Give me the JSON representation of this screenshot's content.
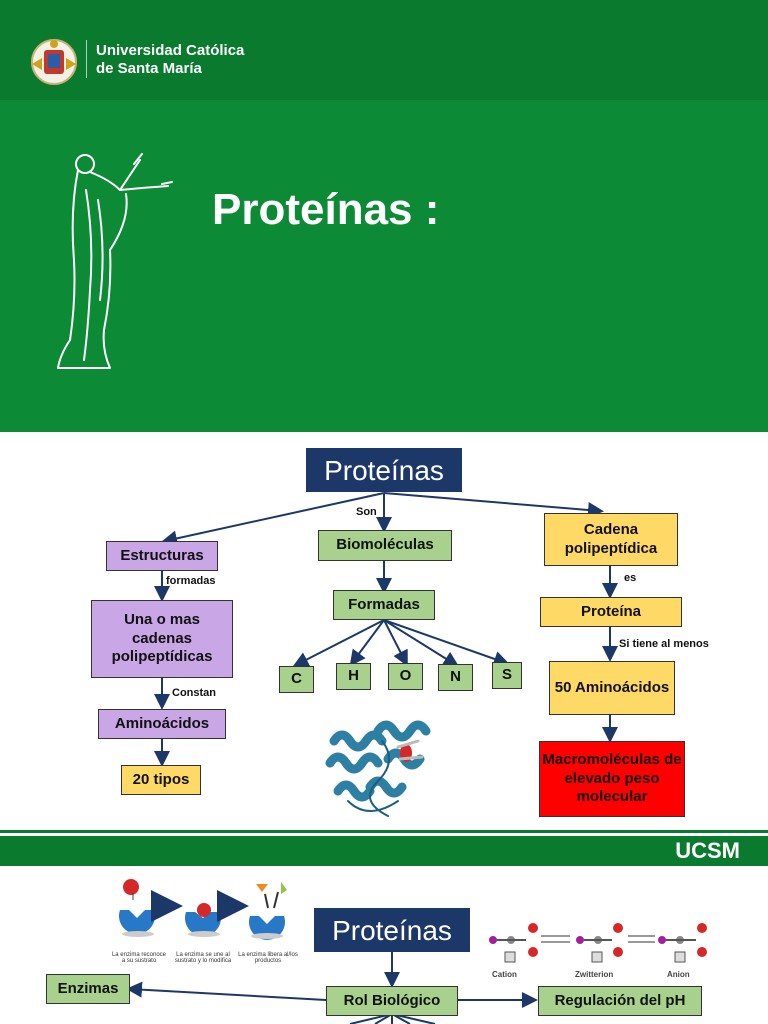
{
  "slide1": {
    "university_line1": "Universidad Católica",
    "university_line2": "de Santa María",
    "title": "Proteínas :"
  },
  "concept_map": {
    "root": "Proteínas",
    "son_label": "Son",
    "left": {
      "structures": "Estructuras",
      "formadas_label": "formadas",
      "chains": "Una o mas cadenas polipeptídicas",
      "constan_label": "Constan",
      "amino": "Aminoácidos",
      "types": "20 tipos"
    },
    "center": {
      "biomolecules": "Biomoléculas",
      "formed": "Formadas",
      "elements": [
        "C",
        "H",
        "O",
        "N",
        "S"
      ]
    },
    "right": {
      "chain": "Cadena polipeptídica",
      "es_label": "es",
      "protein": "Proteína",
      "at_least_label": "Si tiene al menos",
      "fifty": "50 Aminoácidos",
      "macro": "Macromoléculas de elevado peso molecular"
    }
  },
  "brand": "UCSM",
  "slide3": {
    "root": "Proteínas",
    "enzymes": "Enzimas",
    "role": "Rol Biológico",
    "ph": "Regulación del pH",
    "step_captions": [
      "La enzima reconoce a su sustrato",
      "La enzima se une al sustrato y lo modifica",
      "La enzima libera al/los productos"
    ],
    "ion_labels": [
      "Cation",
      "Zwitterion",
      "Anion"
    ]
  },
  "colors": {
    "green": "#0c8a35",
    "navy": "#1c3869",
    "purple": "#c9a6e6",
    "light_green": "#a9d18e",
    "yellow": "#ffd966",
    "red": "#ff0000"
  }
}
